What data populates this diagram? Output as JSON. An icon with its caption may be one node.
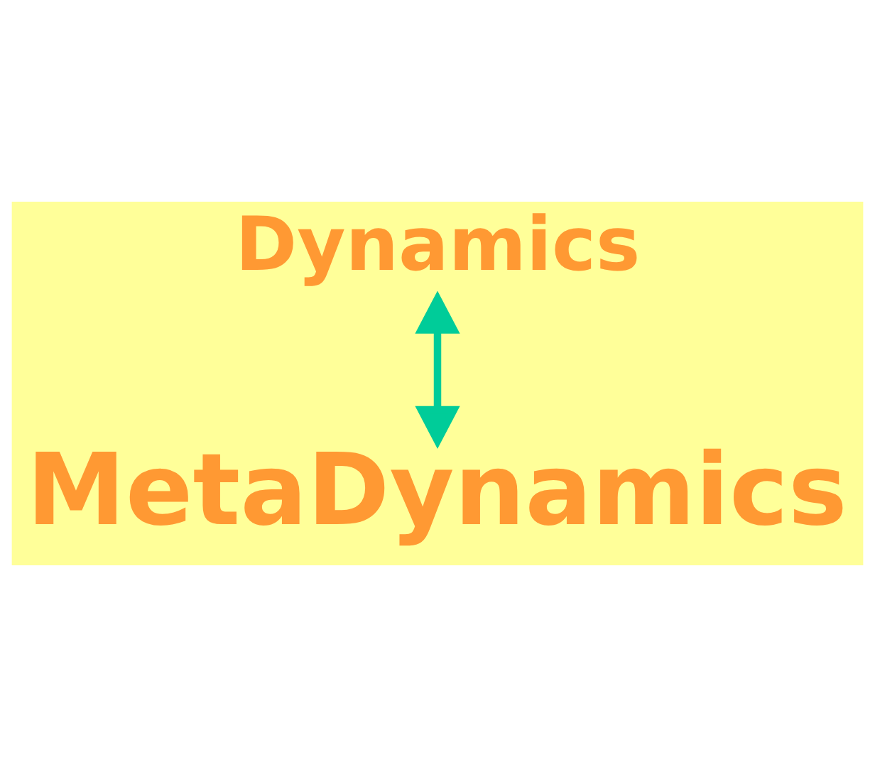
{
  "diagram": {
    "nodes": [
      {
        "text": [
          "Dynamics"
        ]
      },
      {
        "text": [
          "MetaDynamics"
        ]
      }
    ],
    "edges": [
      {
        "from": 0,
        "to": 1,
        "arrow": "both",
        "color": "#00cc99"
      }
    ]
  }
}
